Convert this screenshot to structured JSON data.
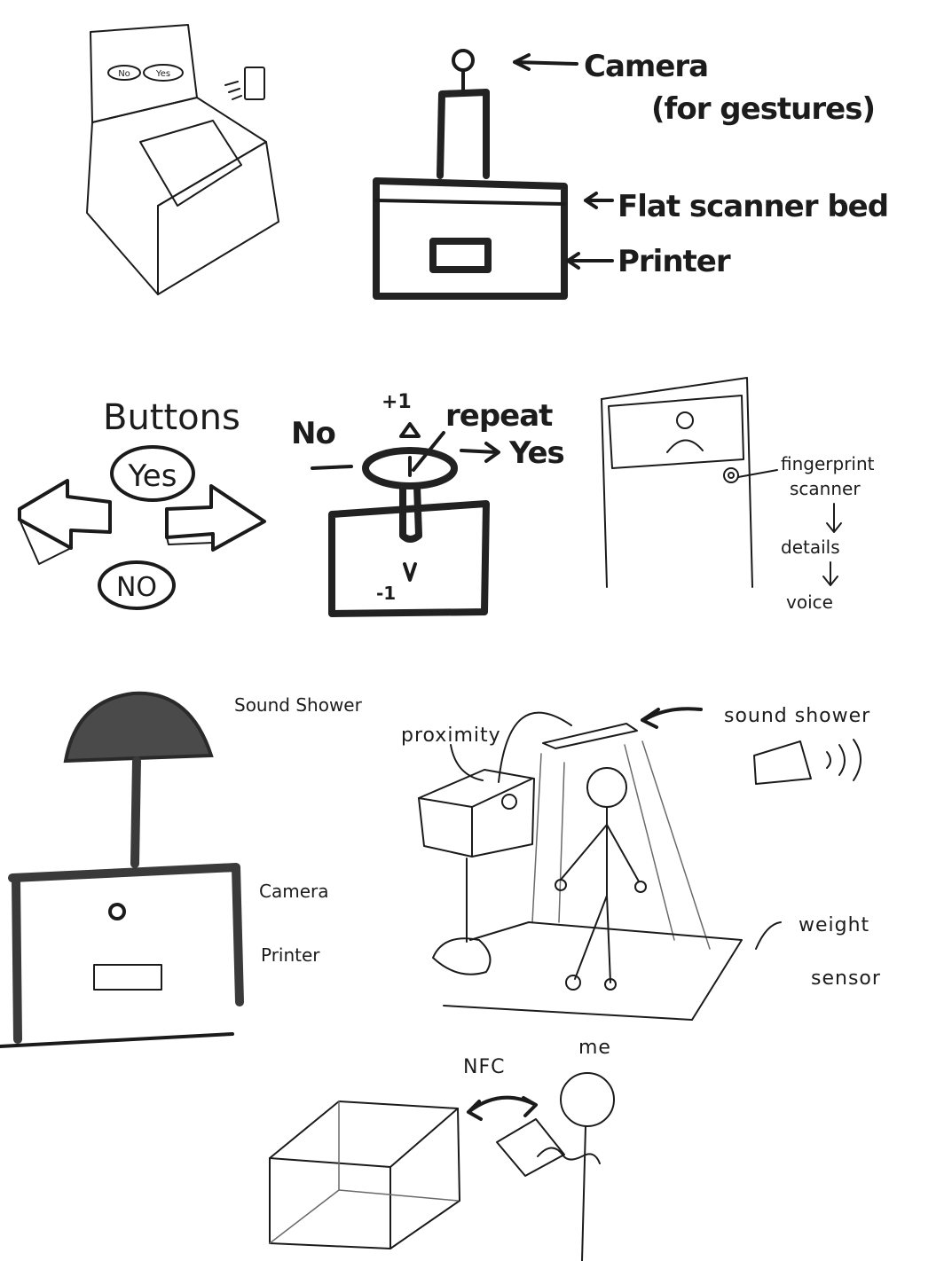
{
  "sketch1": {
    "screen_no": "No",
    "screen_yes": "Yes"
  },
  "sketch2": {
    "camera": "Camera",
    "camera_note": "(for gestures)",
    "flat_scanner_bed": "Flat scanner bed",
    "printer": "Printer"
  },
  "sketch3": {
    "title": "Buttons",
    "yes": "Yes",
    "no": "NO"
  },
  "sketch4": {
    "plus_one": "+1",
    "minus_one": "-1",
    "no": "No",
    "repeat": "repeat",
    "yes": "Yes"
  },
  "sketch5": {
    "fingerprint_line1": "fingerprint",
    "fingerprint_line2": "scanner",
    "details": "details",
    "voice": "voice"
  },
  "sketch6": {
    "sound_shower": "Sound Shower",
    "camera": "Camera",
    "printer": "Printer"
  },
  "sketch7": {
    "proximity": "proximity",
    "sound_shower": "sound shower",
    "weight": "weight",
    "sensor": "sensor"
  },
  "sketch8": {
    "nfc": "NFC",
    "me": "me"
  }
}
